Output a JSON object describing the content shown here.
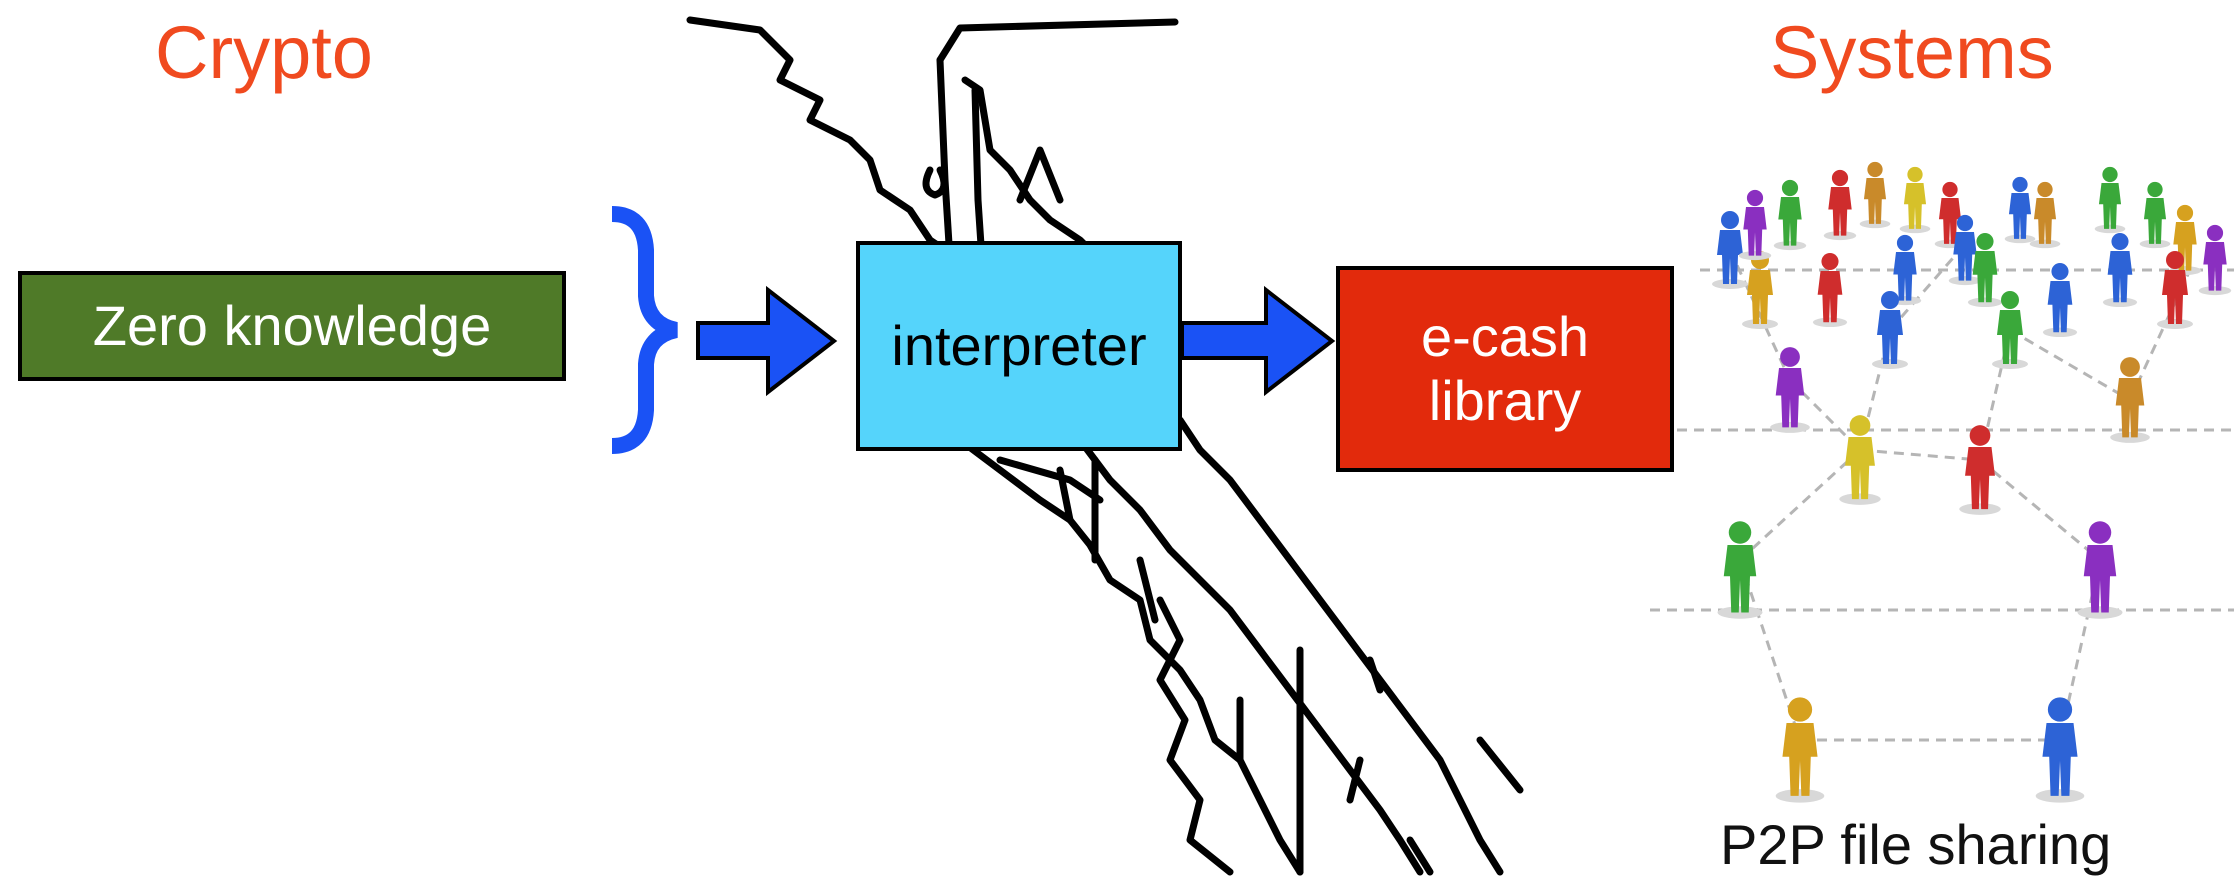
{
  "colors": {
    "heading": "#f04a1f",
    "zero_knowledge_fill": "#4f7a28",
    "interpreter_fill": "#55d4fb",
    "ecash_fill": "#e22a0c",
    "arrow_fill": "#1a52f5",
    "brace": "#1a52f5"
  },
  "headings": {
    "left": "Crypto",
    "right": "Systems"
  },
  "nodes": {
    "zero_knowledge": "Zero knowledge",
    "interpreter": "interpreter",
    "ecash_line1": "e-cash",
    "ecash_line2": "library"
  },
  "caption": "P2P file sharing",
  "icons": {
    "brace": "curly-brace-icon",
    "arrow": "right-arrow-icon",
    "cliff": "cliff-sketch-icon",
    "network": "p2p-people-network-icon"
  }
}
